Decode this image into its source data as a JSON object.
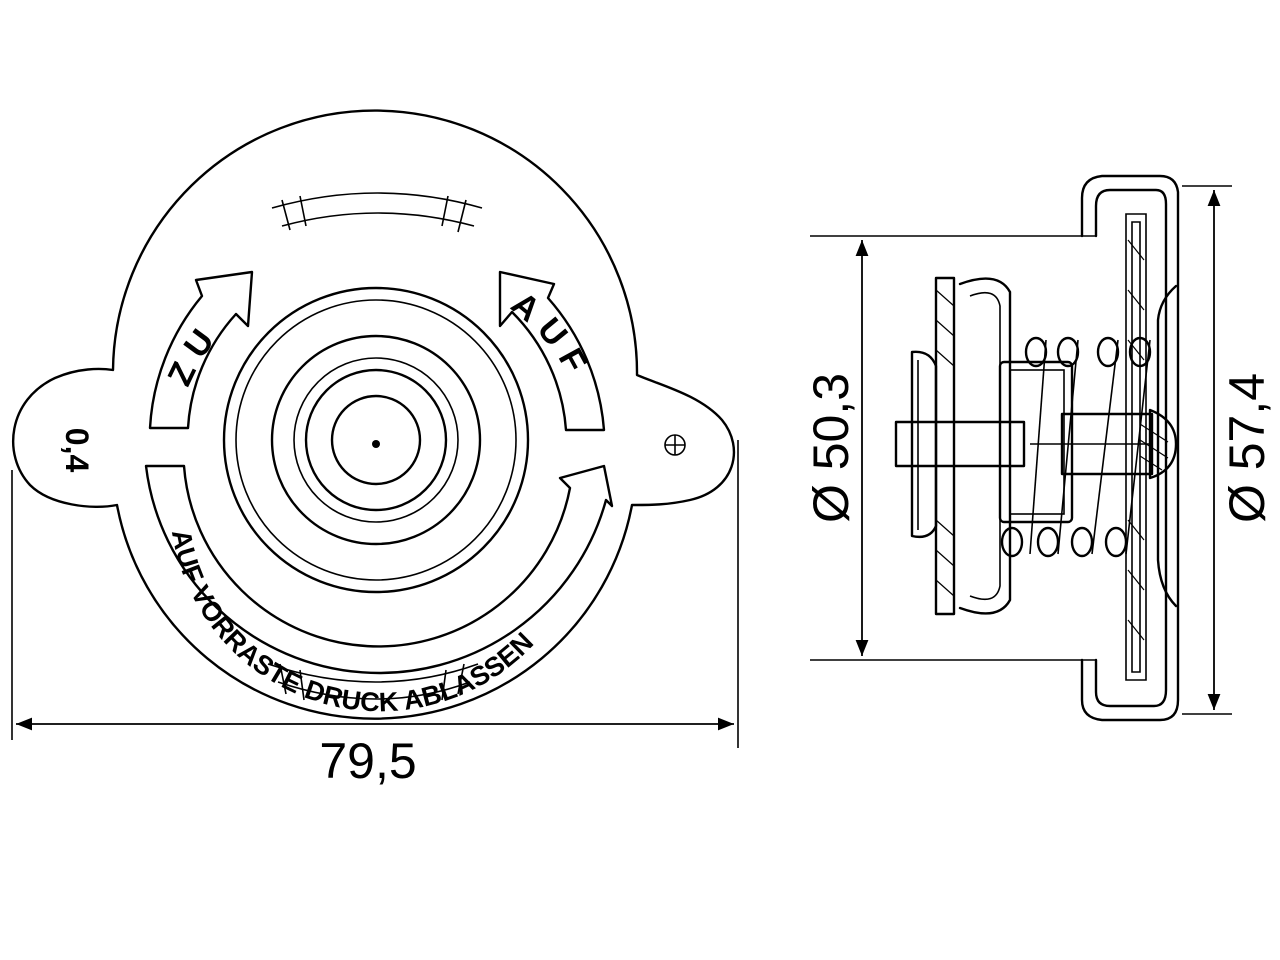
{
  "front_view": {
    "width_dimension": "79,5",
    "marking_close": "ZU",
    "marking_open": "AUF",
    "marking_instruction": "AUF VORRASTE DRUCK ABLASSEN",
    "pressure_rating": "0,4"
  },
  "side_view": {
    "inner_diameter": "Ø 50,3",
    "outer_diameter": "Ø 57,4"
  }
}
